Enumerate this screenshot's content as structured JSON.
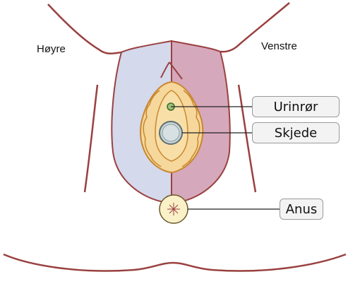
{
  "labels": {
    "right_side": "Høyre",
    "left_side": "Venstre"
  },
  "callouts": {
    "urethra": "Urinrør",
    "vagina": "Skjede",
    "anus": "Anus"
  },
  "colors": {
    "body_outline": "#9a4040",
    "right_half_fill": "#d4d9ec",
    "left_half_fill": "#d6a8bb",
    "vulva_fill": "#f6d79c",
    "vulva_outline": "#c8872e",
    "urethra_fill": "#9ec27a",
    "vagina_fill": "#c7d3d6",
    "anus_fill": "#fbf1c8",
    "leader_line": "#222222"
  }
}
